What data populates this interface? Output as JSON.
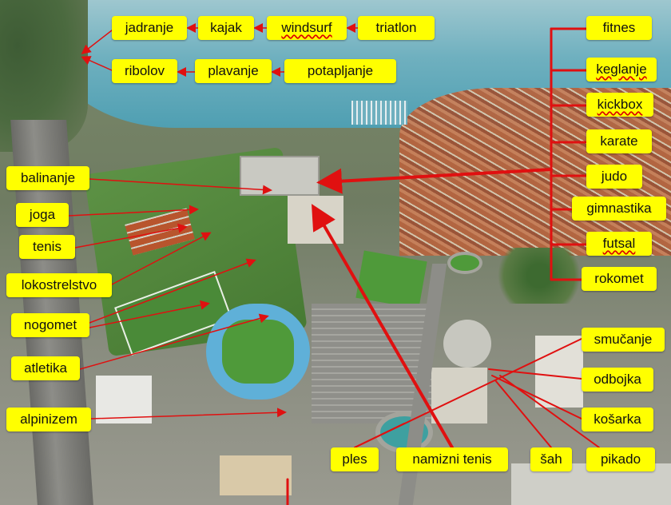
{
  "labels": {
    "jadranje": "jadranje",
    "kajak": "kajak",
    "windsurf": "windsurf",
    "triatlon": "triatlon",
    "ribolov": "ribolov",
    "plavanje": "plavanje",
    "potapljanje": "potapljanje",
    "fitnes": "fitnes",
    "keglanje": "keglanje",
    "kickbox": "kickbox",
    "karate": "karate",
    "judo": "judo",
    "gimnastika": "gimnastika",
    "futsal": "futsal",
    "rokomet": "rokomet",
    "balinanje": "balinanje",
    "joga": "joga",
    "tenis": "tenis",
    "lokostrelstvo": "lokostrelstvo",
    "nogomet": "nogomet",
    "atletika": "atletika",
    "alpinizem": "alpinizem",
    "smucanje": "smučanje",
    "odbojka": "odbojka",
    "kosarka": "košarka",
    "ples": "ples",
    "namizni_tenis": "namizni tenis",
    "sah": "šah",
    "pikado": "pikado"
  },
  "colors": {
    "label_bg": "#ffff00",
    "arrow": "#e01010",
    "sea": "#5fa9b8",
    "grass": "#4f8a3a",
    "track": "#5fb0d8",
    "roofs": "#b5643f"
  }
}
